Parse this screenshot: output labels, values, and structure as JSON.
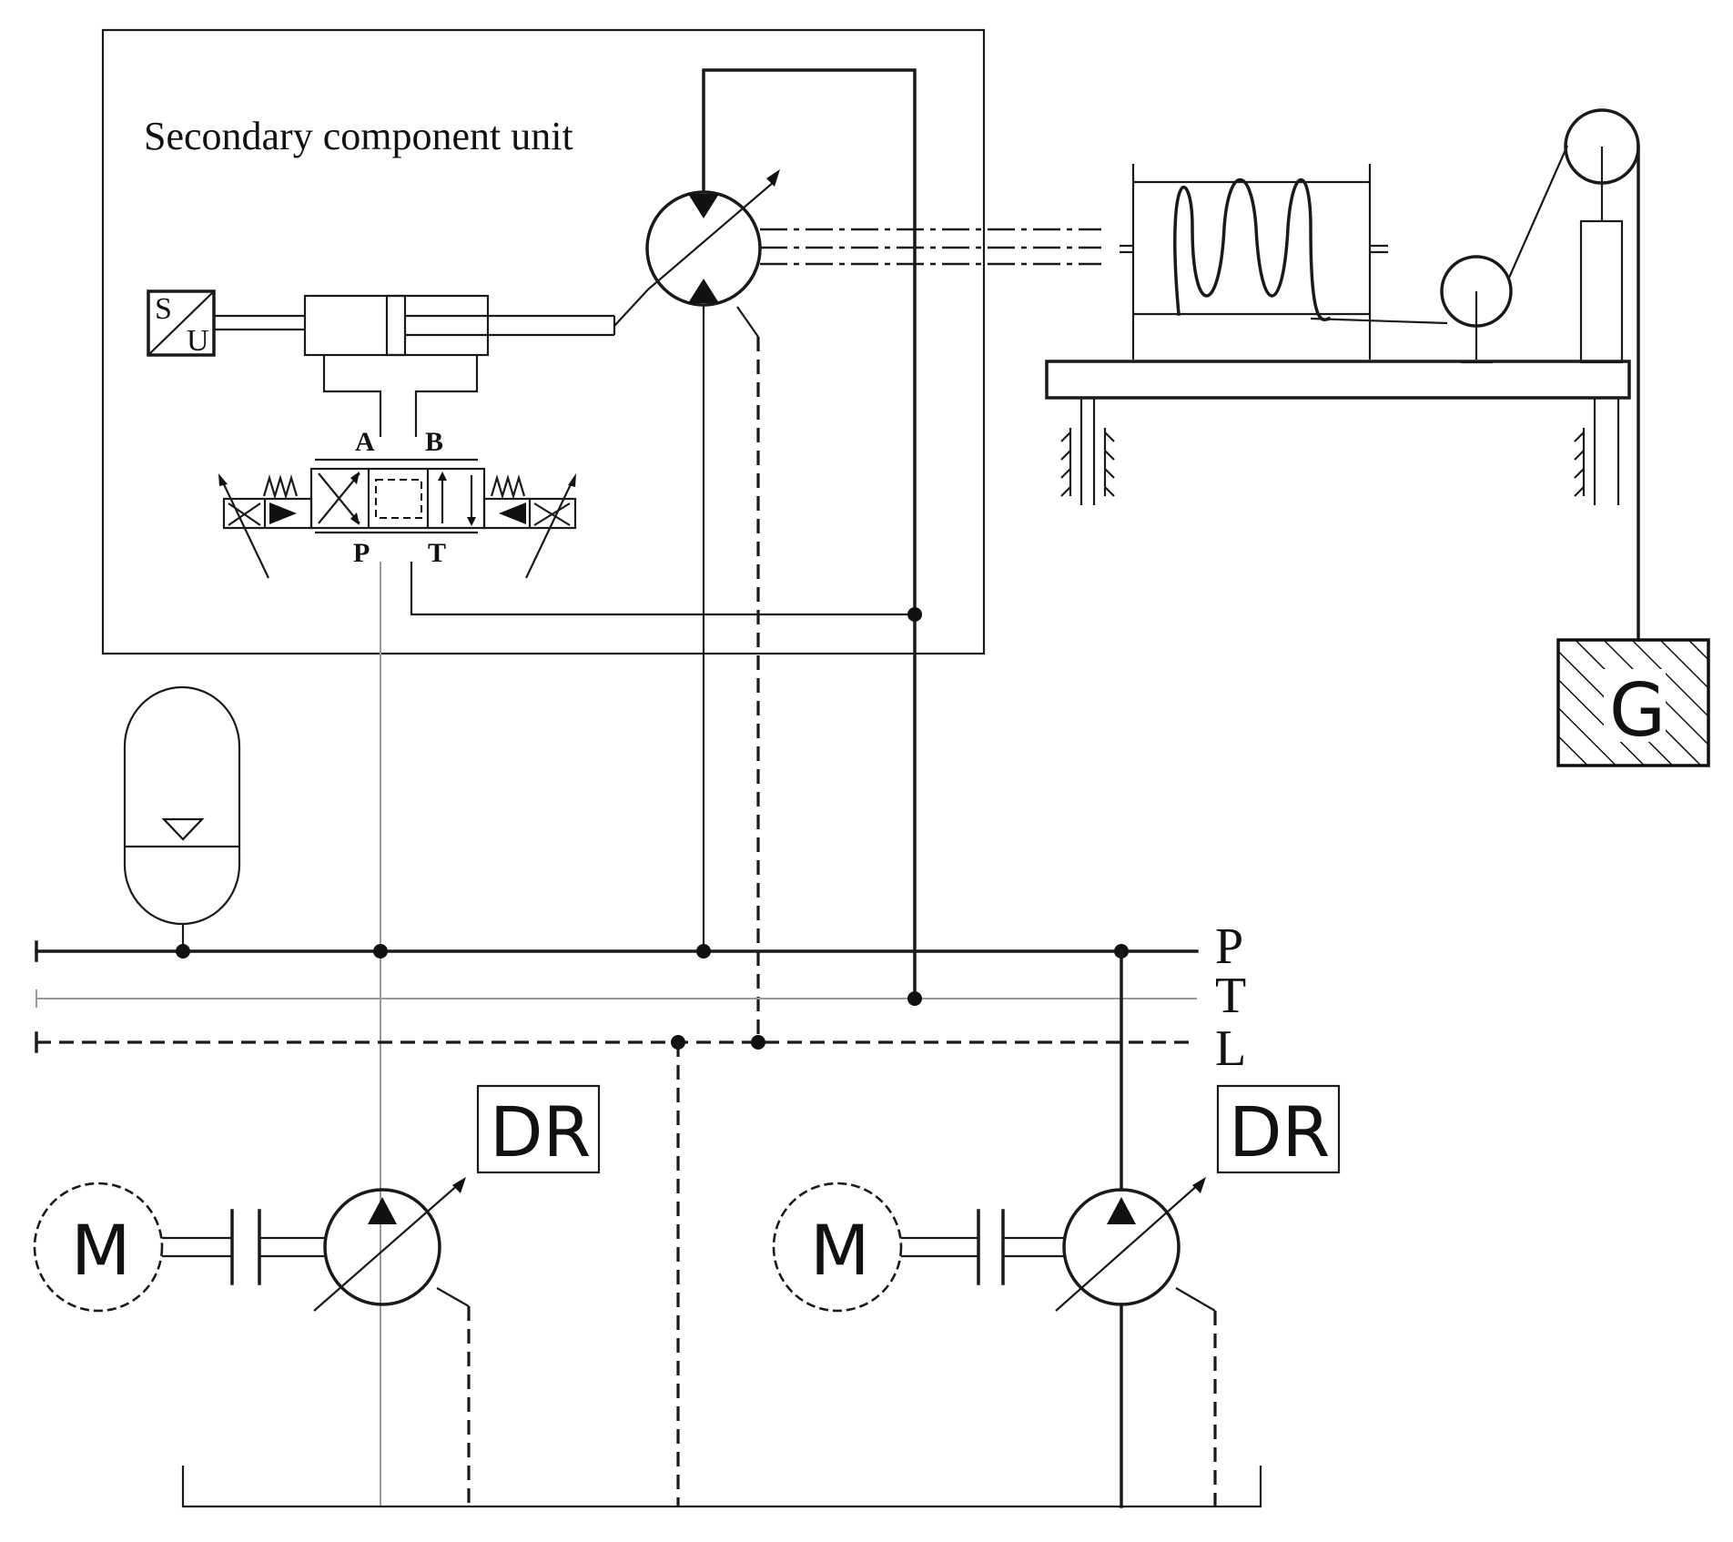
{
  "unit": {
    "label": "Secondary component unit"
  },
  "sensor": {
    "top": "S",
    "bottom": "U"
  },
  "valve_ports": {
    "a": "A",
    "b": "B",
    "p": "P",
    "t": "T"
  },
  "buses": {
    "pressure": "P",
    "tank": "T",
    "leakage": "L"
  },
  "motors": {
    "left": "M",
    "right": "M"
  },
  "regulators": {
    "left": "DR",
    "right": "DR"
  },
  "load": {
    "label": "G"
  }
}
